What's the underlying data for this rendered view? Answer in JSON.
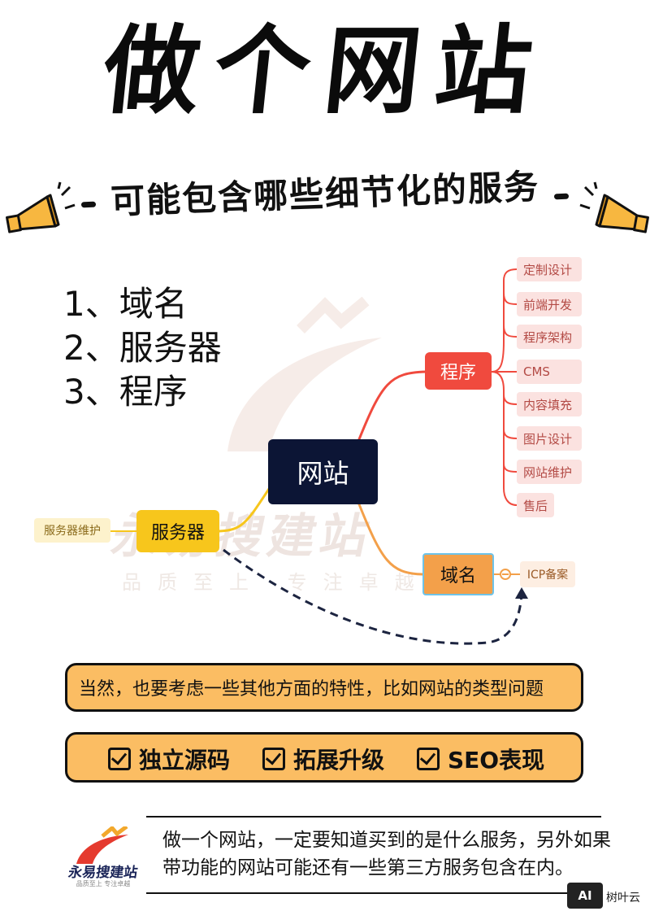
{
  "header": {
    "title": "做个网站",
    "subtitle": "可能包含哪些细节化的服务"
  },
  "list": [
    "1、域名",
    "2、服务器",
    "3、程序"
  ],
  "mindmap": {
    "center": "网站",
    "program": "程序",
    "server": "服务器",
    "domain": "域名",
    "program_leaves": [
      "定制设计",
      "前端开发",
      "程序架构",
      "CMS",
      "内容填充",
      "图片设计",
      "网站维护",
      "售后"
    ],
    "server_leaf": "服务器维护",
    "domain_leaf": "ICP备案",
    "colors": {
      "program": "#f04a3e",
      "server": "#f7c61c",
      "domain": "#f3a04a",
      "center": "#0c1535"
    }
  },
  "note": "当然，也要考虑一些其他方面的特性，比如网站的类型问题",
  "features": [
    "独立源码",
    "拓展升级",
    "SEO表现"
  ],
  "footer": {
    "brand": "永易搜建站",
    "brand_slogan": "品质至上 专注卓越",
    "text": "做一个网站，一定要知道买到的是什么服务，另外如果带功能的网站可能还有一些第三方服务包含在内。",
    "badge": "树叶云"
  },
  "watermark": {
    "main": "永易搜建站",
    "sub": "品质至上 专注卓越"
  }
}
